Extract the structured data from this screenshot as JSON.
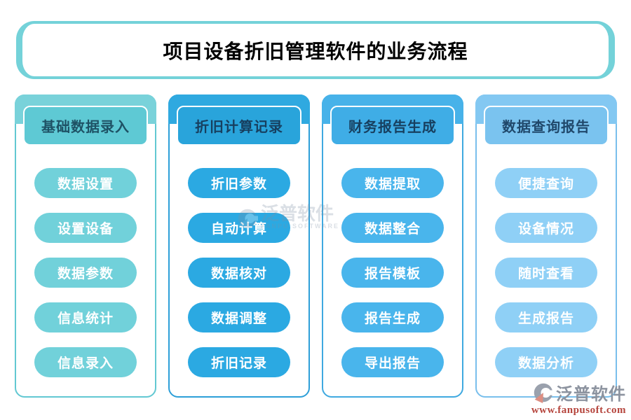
{
  "title": "项目设备折旧管理软件的业务流程",
  "title_border_color": "#74d2d9",
  "columns": [
    {
      "header": "基础数据录入",
      "items": [
        "数据设置",
        "设置设备",
        "数据参数",
        "信息统计",
        "信息录入"
      ],
      "colors": {
        "tab": "#79d2da",
        "header_bg": "#5ec9d4",
        "border": "#62c8d2",
        "button": "#71d1da",
        "header_text": "#1e5265"
      }
    },
    {
      "header": "折旧计算记录",
      "items": [
        "折旧参数",
        "自动计算",
        "数据核对",
        "数据调整",
        "折旧记录"
      ],
      "colors": {
        "tab": "#2fa9e0",
        "header_bg": "#29a4db",
        "border": "#2d9fd8",
        "button": "#2ba9e2",
        "header_text": "#173f5f"
      }
    },
    {
      "header": "财务报告生成",
      "items": [
        "数据提取",
        "数据整合",
        "报告模板",
        "报告生成",
        "导出报告"
      ],
      "colors": {
        "tab": "#47b2e9",
        "header_bg": "#3fade6",
        "border": "#3fa9e0",
        "button": "#49b5ec",
        "header_text": "#173f5f"
      }
    },
    {
      "header": "数据查询报告",
      "items": [
        "便捷查询",
        "设备情况",
        "随时查看",
        "生成报告",
        "数据分析"
      ],
      "colors": {
        "tab": "#83c8f2",
        "header_bg": "#7ac3ef",
        "border": "#79bfec",
        "button": "#8fd0f6",
        "header_text": "#20486b"
      }
    }
  ],
  "watermark_center": {
    "brand": "泛普软件",
    "sub": "FANPU SOFTWARE",
    "color": "#7d8fa3"
  },
  "watermark_corner": {
    "brand": "泛普软件",
    "url": "www.fanpusoft.com",
    "brand_color": "#8c939f",
    "url_color": "#b5443c",
    "logo_gray": "#9aa1ad",
    "logo_accent": "#dd8e82"
  }
}
